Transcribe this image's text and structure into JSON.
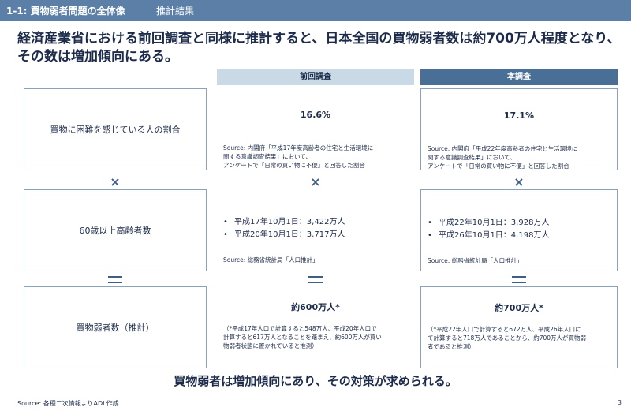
{
  "header": {
    "section": "1-1: 買物弱者問題の全体像",
    "subtitle": "推計結果"
  },
  "headline": "経済産業省における前回調査と同様に推計すると、日本全国の買物弱者数は約700万人程度となり、その数は増加傾向にある。",
  "columns": {
    "previous": "前回調査",
    "current": "本調査"
  },
  "rows": [
    {
      "label": "買物に困難を感じている人の割合",
      "previous": {
        "value": "16.6%",
        "source": [
          "Source: 内閣府「平成17年度高齢者の住宅と生活環境に",
          "関する意識調査結果」において、",
          "アンケートで「日常の買い物に不便」と回答した割合"
        ]
      },
      "current": {
        "value": "17.1%",
        "source": [
          "Source: 内閣府「平成22年度高齢者の住宅と生活環境に",
          "関する意識調査結果」において、",
          "アンケートで「日常の買い物に不便」と回答した割合"
        ]
      }
    },
    {
      "label": "60歳以上高齢者数",
      "previous": {
        "bullets": [
          "平成17年10月1日：3,422万人",
          "平成20年10月1日：3,717万人"
        ],
        "source": "Source: 総務省統計局「人口推計」"
      },
      "current": {
        "bullets": [
          "平成22年10月1日：3,928万人",
          "平成26年10月1日：4,198万人"
        ],
        "source": "Source: 総務省統計局「人口推計」"
      }
    },
    {
      "label": "買物弱者数（推計）",
      "previous": {
        "value": "約600万人*",
        "note": [
          "（*平成17年人口で計算すると548万人、平成20年人口で",
          "計算すると617万人となることを踏まえ、約600万人が買い",
          "物弱者状態に置かれていると推測）"
        ]
      },
      "current": {
        "value": "約700万人*",
        "note": [
          "（*平成22年人口で計算すると672万人、平成26年人口に",
          "て計算すると718万人であることから、約700万人が買物弱",
          "者であると推測）"
        ]
      }
    }
  ],
  "operators": {
    "multiply": "×"
  },
  "conclusion": "買物弱者は増加傾向にあり、その対策が求められる。",
  "footer": {
    "source": "Source: 各種二次情報よりADL作成",
    "page": "3"
  }
}
